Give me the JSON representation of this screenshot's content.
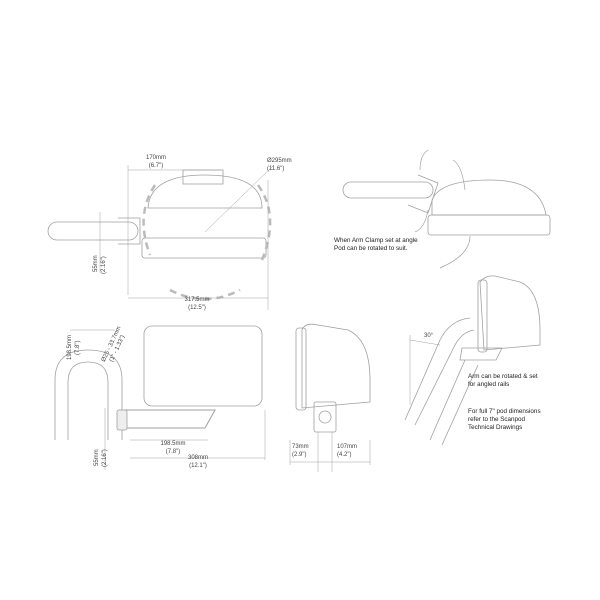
{
  "top_view": {
    "width_dim": {
      "mm": "170mm",
      "in": "(6.7\")"
    },
    "diameter_dim": {
      "mm": "Ø295mm",
      "in": "(11.6\")"
    },
    "clamp_height_dim": {
      "mm": "55mm",
      "in": "(2.16\")"
    },
    "overall_width_dim": {
      "mm": "317.5mm",
      "in": "(12.5\")"
    }
  },
  "rotated_view": {
    "note_line1": "When Arm Clamp set at angle",
    "note_line2": "Pod can be rotated to suit."
  },
  "front_view": {
    "height_dim": {
      "mm": "198.5mm",
      "in": "(7.8\")"
    },
    "rail_dia_dim": {
      "mm": "Ø25 - 33.7mm",
      "in": "(1\" - 1.33\")"
    },
    "clamp_height_dim": {
      "mm": "55mm",
      "in": "(2.16\")"
    },
    "arm_length_dim": {
      "mm": "198.5mm",
      "in": "(7.8\")"
    },
    "overall_length_dim": {
      "mm": "308mm",
      "in": "(12.1\")"
    }
  },
  "side_view": {
    "left_dim": {
      "mm": "73mm",
      "in": "(2.9\")"
    },
    "right_dim": {
      "mm": "107mm",
      "in": "(4.2\")"
    }
  },
  "angled_view": {
    "angle": "30°",
    "note1_line1": "Arm can be rotated & set",
    "note1_line2": "for angled rails",
    "note2_line1": "For full 7\" pod dimensions",
    "note2_line2": "refer to the Scanpod",
    "note2_line3": "Technical Drawings"
  },
  "colors": {
    "line": "#9a9a9a",
    "dashed_arc": "#b5b5b5",
    "text": "#333333"
  }
}
